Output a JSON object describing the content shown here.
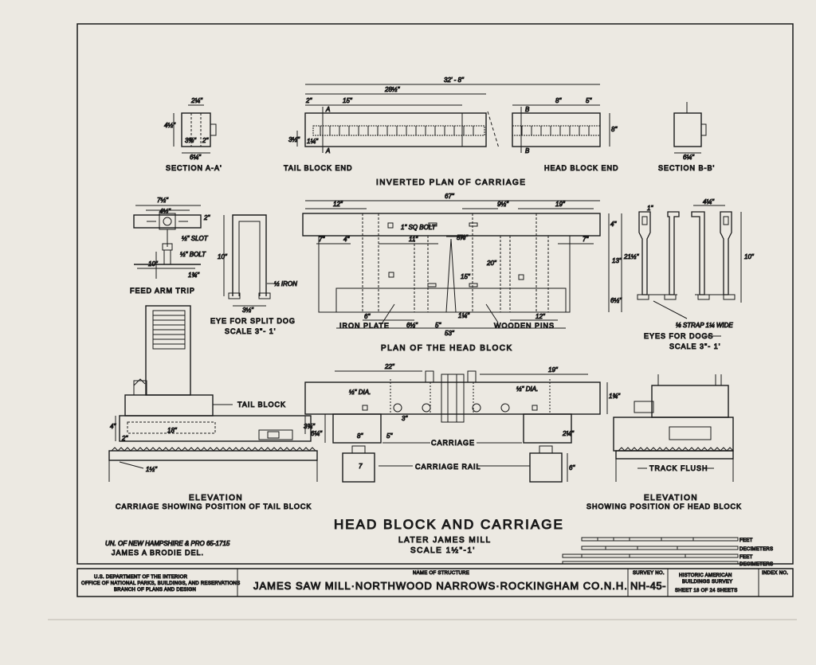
{
  "drawing": {
    "title": "HEAD BLOCK AND CARRIAGE",
    "subtitle": "LATER JAMES MILL",
    "scale": "SCALE 1½\"-1'",
    "credit_line1": "UN. OF NEW HAMPSHIRE & PRO 65-1715",
    "credit_line2": "JAMES A BRODIE DEL.",
    "bar_scale": {
      "feet": "FEET",
      "decimeters": "DECIMETERS"
    }
  },
  "views": {
    "section_aa": {
      "label": "SECTION A-A'",
      "dims": [
        "2¼\"",
        "4½\"",
        "3⅜\"",
        "2\"",
        "6¼\""
      ]
    },
    "section_bb": {
      "label": "SECTION B-B'",
      "dims": [
        "6¼\""
      ]
    },
    "tail_block_end": "TAIL BLOCK END",
    "head_block_end": "HEAD BLOCK END",
    "inverted_plan": {
      "label": "INVERTED PLAN OF CARRIAGE",
      "dims": [
        "32' - 8\"",
        "28½\"",
        "15\"",
        "2\"",
        "8\"",
        "5\"",
        "8\"",
        "3½\"",
        "1¼\""
      ],
      "markers": [
        "A",
        "A",
        "B",
        "B"
      ]
    },
    "feed_arm": {
      "label": "FEED ARM TRIP",
      "dims": [
        "7½\"",
        "4½\"",
        "2\"",
        "½\" SLOT",
        "½\" BOLT",
        "10\"",
        "1¾\""
      ]
    },
    "split_dog": {
      "label": "EYE FOR SPLIT DOG",
      "scale": "SCALE 3\"- 1'",
      "dims": [
        "10\"",
        "½ IRON",
        "3½\""
      ]
    },
    "head_block_plan": {
      "label": "PLAN OF THE HEAD BLOCK",
      "dims": [
        "67\"",
        "12\"",
        "9½\"",
        "19\"",
        "7\"",
        "4\"",
        "11\"",
        "5⅞\"",
        "7\"",
        "20\"",
        "15\"",
        "13\"",
        "21½\"",
        "4\"",
        "6½\"",
        "6\"",
        "6½\"",
        "5\"",
        "12\"",
        "1¼\"",
        "53\""
      ],
      "notes": [
        "1\" SQ BOLT",
        "IRON PLATE",
        "WOODEN PINS"
      ]
    },
    "dog_eyes": {
      "label": "EYES FOR DOGS",
      "scale": "SCALE 3\"- 1'",
      "dims": [
        "1\"",
        "4¼\"",
        "10\""
      ],
      "note": "⅛ STRAP 1¼ WIDE"
    },
    "elev_tail": {
      "caption1": "ELEVATION",
      "caption2": "CARRIAGE SHOWING POSITION OF TAIL BLOCK",
      "callout": "TAIL BLOCK",
      "dims": [
        "4\"",
        "18\"",
        "2\"",
        "3¾\"",
        "1½\""
      ]
    },
    "elev_center": {
      "dims": [
        "22\"",
        "19\"",
        "½\" DIA.",
        "½\" DIA.",
        "1¾\"",
        "3\"",
        "6¼\"",
        "8\"",
        "5\"",
        "2¼\"",
        "7",
        "6\""
      ],
      "callouts": [
        "CARRIAGE",
        "CARRIAGE RAIL"
      ]
    },
    "elev_head": {
      "caption1": "ELEVATION",
      "caption2": "SHOWING POSITION OF HEAD BLOCK",
      "callout": "TRACK FLUSH"
    }
  },
  "title_block": {
    "agency1": "U.S. DEPARTMENT OF THE INTERIOR",
    "agency2": "OFFICE OF NATIONAL PARKS, BUILDINGS, AND RESERVATIONS",
    "agency3": "BRANCH OF PLANS AND DESIGN",
    "name_label": "NAME OF STRUCTURE",
    "structure": "JAMES SAW MILL·NORTHWOOD NARROWS·ROCKINGHAM CO.N.H.",
    "survey_label": "SURVEY NO.",
    "survey_no": "NH-45-",
    "habs1": "HISTORIC AMERICAN",
    "habs2": "BUILDINGS SURVEY",
    "sheet": "SHEET 18 OF 24 SHEETS",
    "index_label": "INDEX NO."
  }
}
